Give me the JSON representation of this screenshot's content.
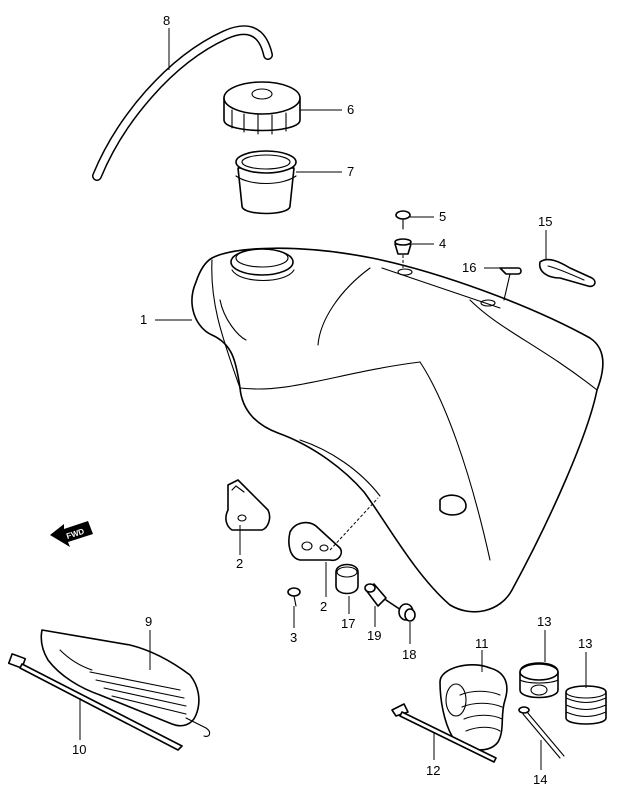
{
  "fwd_label": "FWD",
  "callouts": [
    {
      "id": "1",
      "label": "1"
    },
    {
      "id": "2a",
      "label": "2"
    },
    {
      "id": "2b",
      "label": "2"
    },
    {
      "id": "3",
      "label": "3"
    },
    {
      "id": "4",
      "label": "4"
    },
    {
      "id": "5",
      "label": "5"
    },
    {
      "id": "6",
      "label": "6"
    },
    {
      "id": "7",
      "label": "7"
    },
    {
      "id": "8",
      "label": "8"
    },
    {
      "id": "9",
      "label": "9"
    },
    {
      "id": "10",
      "label": "10"
    },
    {
      "id": "11",
      "label": "11"
    },
    {
      "id": "12",
      "label": "12"
    },
    {
      "id": "13a",
      "label": "13"
    },
    {
      "id": "13b",
      "label": "13"
    },
    {
      "id": "14",
      "label": "14"
    },
    {
      "id": "15",
      "label": "15"
    },
    {
      "id": "16",
      "label": "16"
    },
    {
      "id": "17",
      "label": "17"
    },
    {
      "id": "18",
      "label": "18"
    },
    {
      "id": "19",
      "label": "19"
    }
  ]
}
